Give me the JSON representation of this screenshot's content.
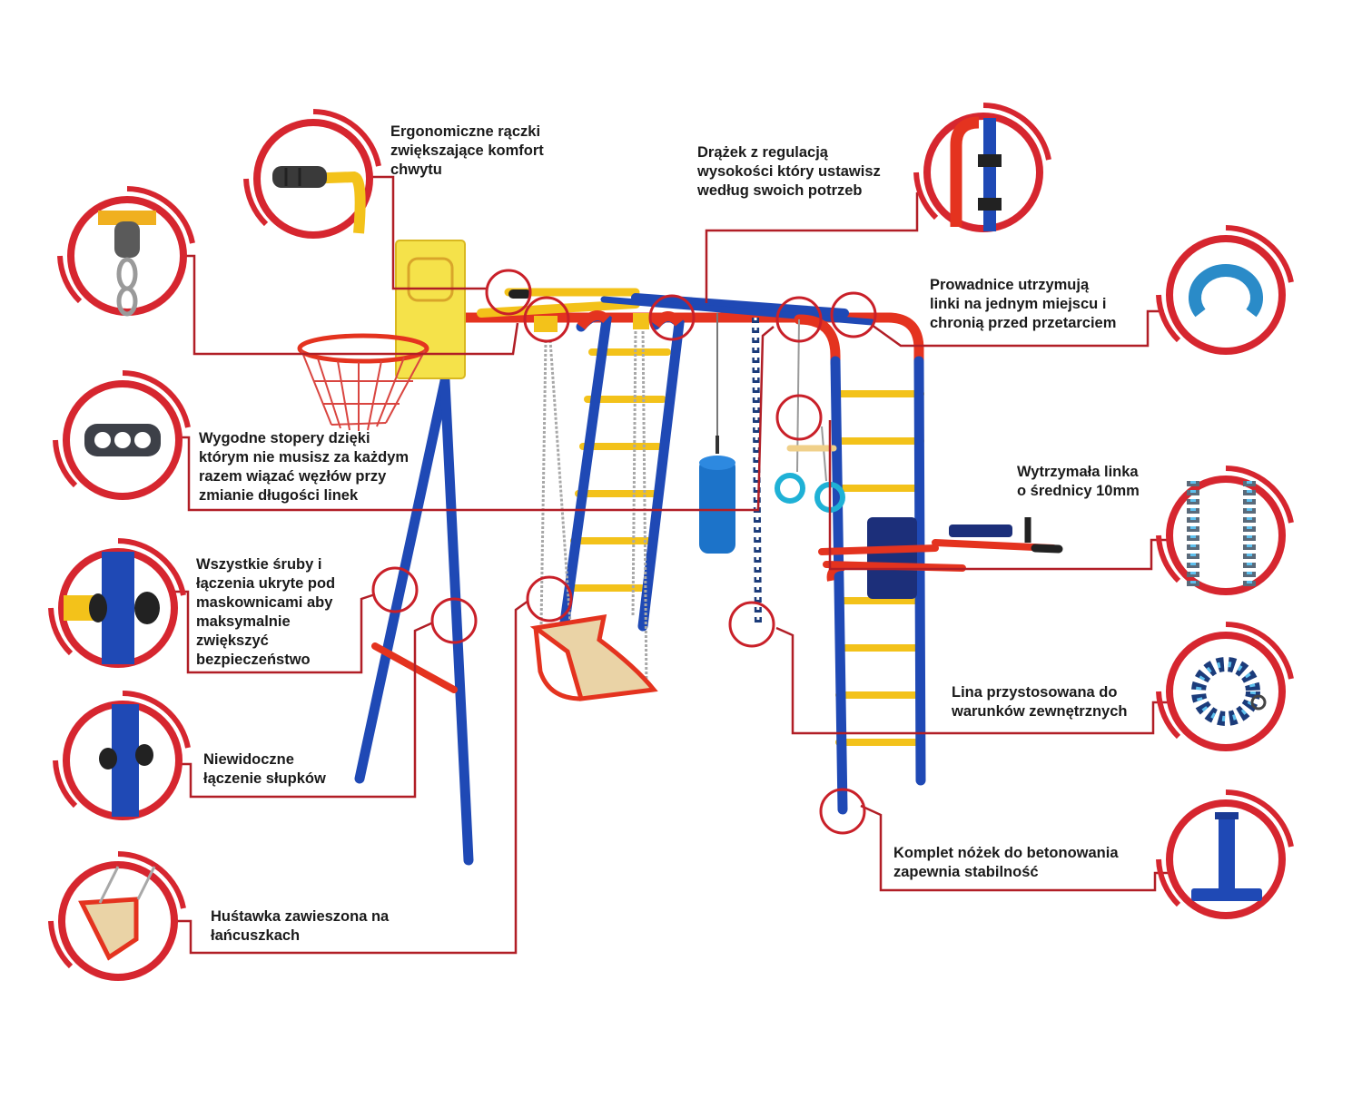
{
  "colors": {
    "accent_red": "#d6262f",
    "frame_blue": "#1f49b5",
    "rung_yellow": "#f3c21a",
    "frame_red": "#e4331f",
    "seat_wood": "#ead3a6"
  },
  "callouts": [
    {
      "id": "handles",
      "icon": "grip-handle-icon",
      "text": "Ergonomiczne rączki\nzwiększające komfort\nchwytu"
    },
    {
      "id": "bar",
      "icon": "adjustable-bar-icon",
      "text": "Drążek z regulacją\nwysokości który ustawisz\nwedług swoich potrzeb"
    },
    {
      "id": "guides",
      "icon": "rope-guide-icon",
      "text": "Prowadnice utrzymują\nlinki na jednym miejscu i\nchronią przed przetarciem"
    },
    {
      "id": "pulley",
      "icon": "pulley-shackle-icon",
      "text": ""
    },
    {
      "id": "stoppers",
      "icon": "triple-stopper-icon",
      "text": "Wygodne stopery dzięki\nktórym nie musisz za każdym\nrazem wiązać węzłów przy\nzmianie długości linek"
    },
    {
      "id": "cord",
      "icon": "braided-cord-icon",
      "text": "Wytrzymała linka\no średnicy 10mm"
    },
    {
      "id": "bolts",
      "icon": "bolt-cover-icon",
      "text": "Wszystkie śruby i\nłączenia ukryte pod\nmaskownicami aby\nmaksymalnie\nzwiększyć\nbezpieczeństwo"
    },
    {
      "id": "rope",
      "icon": "rope-coil-icon",
      "text": "Lina przystosowana do\nwarunków zewnętrznych"
    },
    {
      "id": "joints",
      "icon": "post-joint-icon",
      "text": "Niewidoczne\nłączenie słupków"
    },
    {
      "id": "feet",
      "icon": "concrete-foot-icon",
      "text": "Komplet nóżek do betonowania\nzapewnia stabilność"
    },
    {
      "id": "swing",
      "icon": "chain-swing-icon",
      "text": "Huśtawka zawieszona na\nłańcuszkach"
    }
  ]
}
